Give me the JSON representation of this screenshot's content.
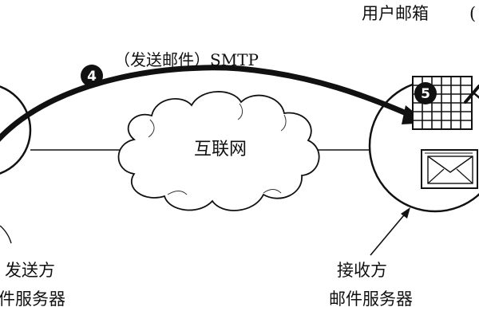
{
  "labels": {
    "mailbox": "用户邮箱",
    "mailbox_partial_paren": "(",
    "smtp_arrow": "（发送邮件）SMTP",
    "internet": "互联网",
    "sender_line1": "发送方",
    "sender_line2": "件服务器",
    "receiver_line1": "接收方",
    "receiver_line2": "邮件服务器"
  },
  "steps": {
    "send": "4",
    "deliver": "5"
  },
  "colors": {
    "ink": "#111111",
    "background": "#ffffff",
    "badge_text": "#ffffff"
  }
}
